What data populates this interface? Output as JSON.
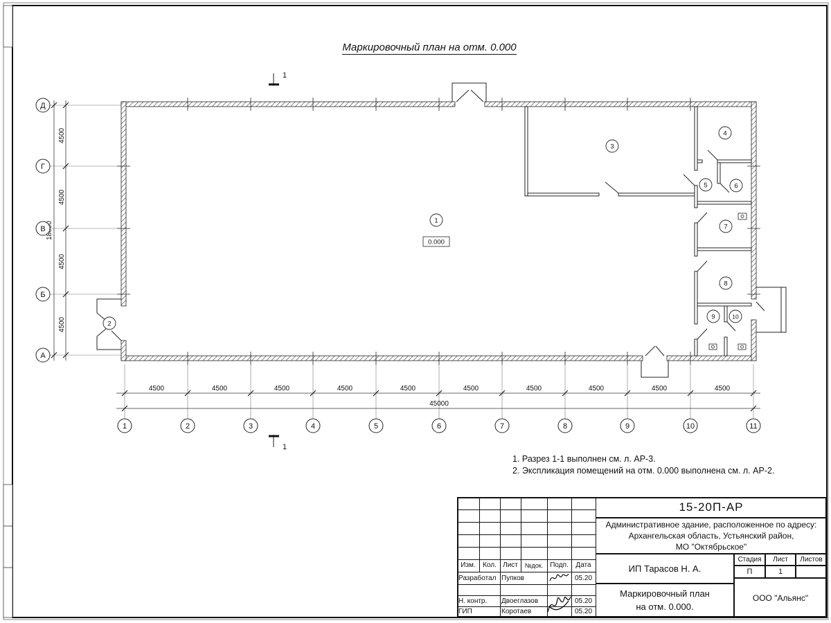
{
  "sheet": {
    "plan_title": "Маркировочный план на отм. 0.000",
    "elevation": "0.000",
    "section_label": "1"
  },
  "axes": {
    "letters": [
      "Д",
      "Г",
      "В",
      "Б",
      "А"
    ],
    "numbers": [
      "1",
      "2",
      "3",
      "4",
      "5",
      "6",
      "7",
      "8",
      "9",
      "10",
      "11"
    ],
    "bay_dim": "4500",
    "total_width": "45000",
    "total_height": "18000"
  },
  "rooms": [
    "1",
    "2",
    "3",
    "4",
    "5",
    "6",
    "7",
    "8",
    "9",
    "10"
  ],
  "notes": [
    "1. Разрез 1-1 выполнен см. л. АР-3.",
    "2. Экспликация помещений на отм. 0.000 выполнена см. л. АР-2."
  ],
  "titleblock": {
    "doc_number": "15-20П-АР",
    "project_lines": [
      "Административное здание, расположенное по адресу:",
      "Архангельская область, Устьянский район,",
      "МО \"Октябрьское\""
    ],
    "header_cols": [
      "Изм.",
      "Кол.",
      "Лист",
      "№док.",
      "Подп.",
      "Дата"
    ],
    "rows": [
      {
        "role": "Разработал",
        "name": "Пупков",
        "date": "05.20"
      },
      {
        "role": "Н. контр.",
        "name": "Двоеглазов",
        "date": "05.20"
      },
      {
        "role": "ГИП",
        "name": "Коротаев",
        "date": "05.20"
      }
    ],
    "client": "ИП Тарасов Н. А.",
    "stage_label": "Стадия",
    "sheet_label": "Лист",
    "sheets_label": "Листов",
    "stage_value": "П",
    "sheet_value": "1",
    "drawing_title_lines": [
      "Маркировочный план",
      "на отм. 0.000."
    ],
    "company": "ООО \"Альянс\""
  }
}
